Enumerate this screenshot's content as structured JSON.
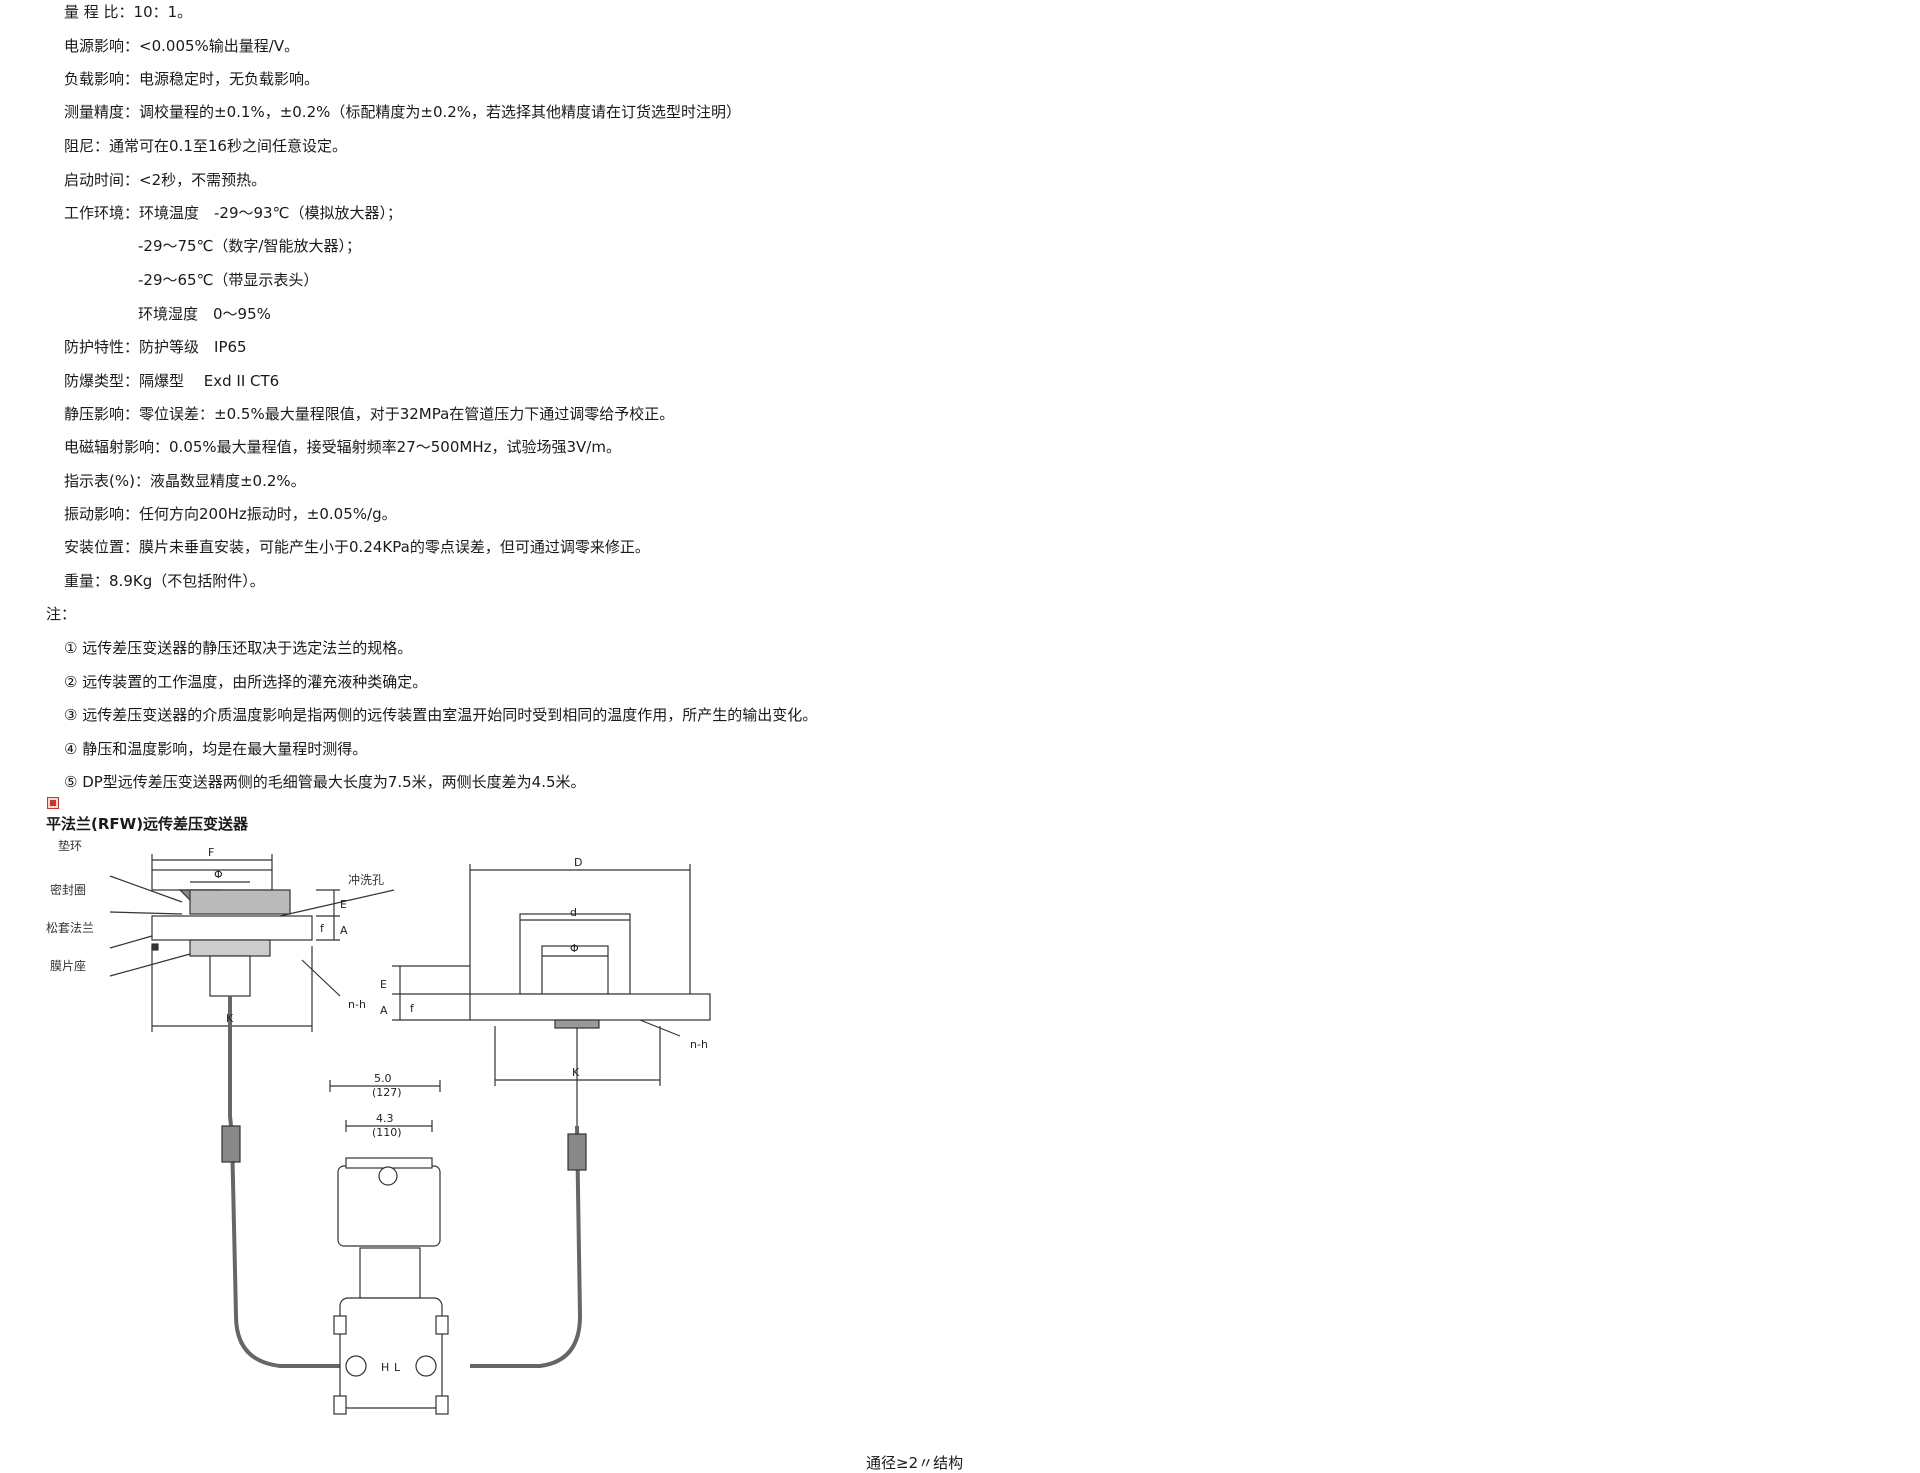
{
  "specs": [
    {
      "label": "量 程 比：",
      "value": "10：1。"
    },
    {
      "label": "电源影响：",
      "value": "<0.005%输出量程/V。"
    },
    {
      "label": "负载影响：",
      "value": "电源稳定时，无负载影响。"
    },
    {
      "label": "测量精度：",
      "value": "调校量程的±0.1%，±0.2%（标配精度为±0.2%，若选择其他精度请在订货选型时注明）"
    },
    {
      "label": "阻尼：",
      "value": "通常可在0.1至16秒之间任意设定。"
    },
    {
      "label": "启动时间：",
      "value": "<2秒，不需预热。"
    },
    {
      "label": "工作环境：",
      "value": "环境温度　-29～93℃（模拟放大器）；"
    }
  ],
  "env_lines": [
    "-29～75℃（数字/智能放大器）；",
    "-29～65℃（带显示表头）",
    "环境湿度　0～95%"
  ],
  "specs2": [
    {
      "label": "防护特性：",
      "value": "防护等级　IP65"
    },
    {
      "label": "防爆类型：",
      "value": "隔爆型　 Exd II CT6"
    },
    {
      "label": "静压影响：",
      "value": "零位误差：±0.5%最大量程限值，对于32MPa在管道压力下通过调零给予校正。"
    },
    {
      "label": "电磁辐射影响：",
      "value": "0.05%最大量程值，接受辐射频率27～500MHz，试验场强3V/m。"
    },
    {
      "label": "指示表(%)：",
      "value": "液晶数显精度±0.2%。"
    },
    {
      "label": "振动影响：",
      "value": "任何方向200Hz振动时，±0.05%/g。"
    },
    {
      "label": "安装位置：",
      "value": "膜片未垂直安装，可能产生小于0.24KPa的零点误差，但可通过调零来修正。"
    },
    {
      "label": "重量：",
      "value": "8.9Kg（不包括附件）。"
    }
  ],
  "notes_heading": "注：",
  "notes": [
    "① 远传差压变送器的静压还取决于选定法兰的规格。",
    "② 远传装置的工作温度，由所选择的灌充液种类确定。",
    "③ 远传差压变送器的介质温度影响是指两侧的远传装置由室温开始同时受到相同的温度作用，所产生的输出变化。",
    "④ 静压和温度影响，均是在最大量程时测得。",
    "⑤ DP型远传差压变送器两侧的毛细管最大长度为7.5米，两侧长度差为4.5米。"
  ],
  "section_title": "平法兰(RFW)远传差压变送器",
  "diagram": {
    "labels": {
      "gasket": "垫环",
      "seal": "密封圈",
      "loose_flange": "松套法兰",
      "diaphragm_seat": "膜片座",
      "flush_hole": "冲洗孔"
    },
    "dims": {
      "F": "F",
      "phi": "Φ",
      "E": "E",
      "A": "A",
      "f": "f",
      "K": "K",
      "nh": "n-h",
      "D": "D",
      "d": "d",
      "w1": "5.0",
      "w1b": "(127)",
      "w2": "4.3",
      "w2b": "(110)",
      "H": "H",
      "L": "L"
    }
  },
  "caption": "通径≥2〃结构"
}
